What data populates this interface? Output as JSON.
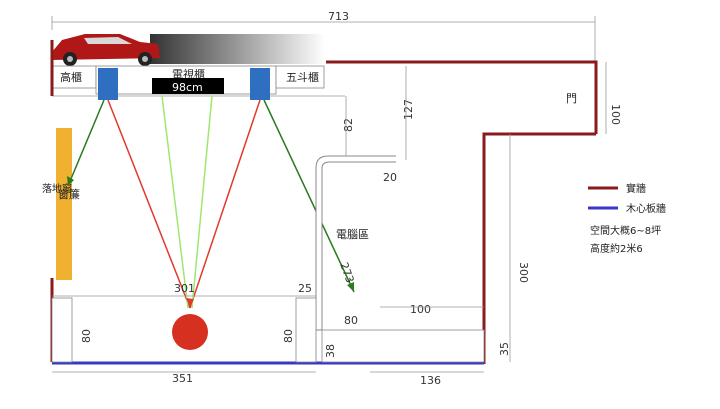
{
  "dimensions": {
    "total_width": "713",
    "right_height": "100",
    "cabinet_gap": "127",
    "cabinet_height": "82",
    "partition_width": "20",
    "wall_height": "300",
    "desk_length": "100",
    "desk_depth": "80",
    "left_desk_depth": "80",
    "middle_desk_depth": "80",
    "bottom_left": "351",
    "bottom_right": "136",
    "step_35": "35",
    "step_38": "38",
    "seat_width": "301",
    "seat_side": "25",
    "diag_273": "273"
  },
  "labels": {
    "tall_cabinet": "高櫃",
    "tv_cabinet": "電視櫃",
    "chest_cabinet": "五斗櫃",
    "tv_size": "98cm",
    "door": "門",
    "computer_area": "電腦區",
    "window_side": "落地窗",
    "window_curtain": "窗簾"
  },
  "legend": {
    "solid_wall": "實牆",
    "wood_wall": "木心板牆",
    "note_space": "空間大概6~8坪",
    "note_height": "高度約2米6"
  },
  "colors": {
    "solid_wall": "#8b1a1a",
    "wood_wall": "#3838c8",
    "speaker": "#2f6fbf",
    "curtain": "#f0b030",
    "listener": "#d63020",
    "red_ray": "#e03a2a",
    "green_ray": "#2a7a1e",
    "light_ray": "#9ee870"
  },
  "icons": {
    "car": "car-icon"
  }
}
